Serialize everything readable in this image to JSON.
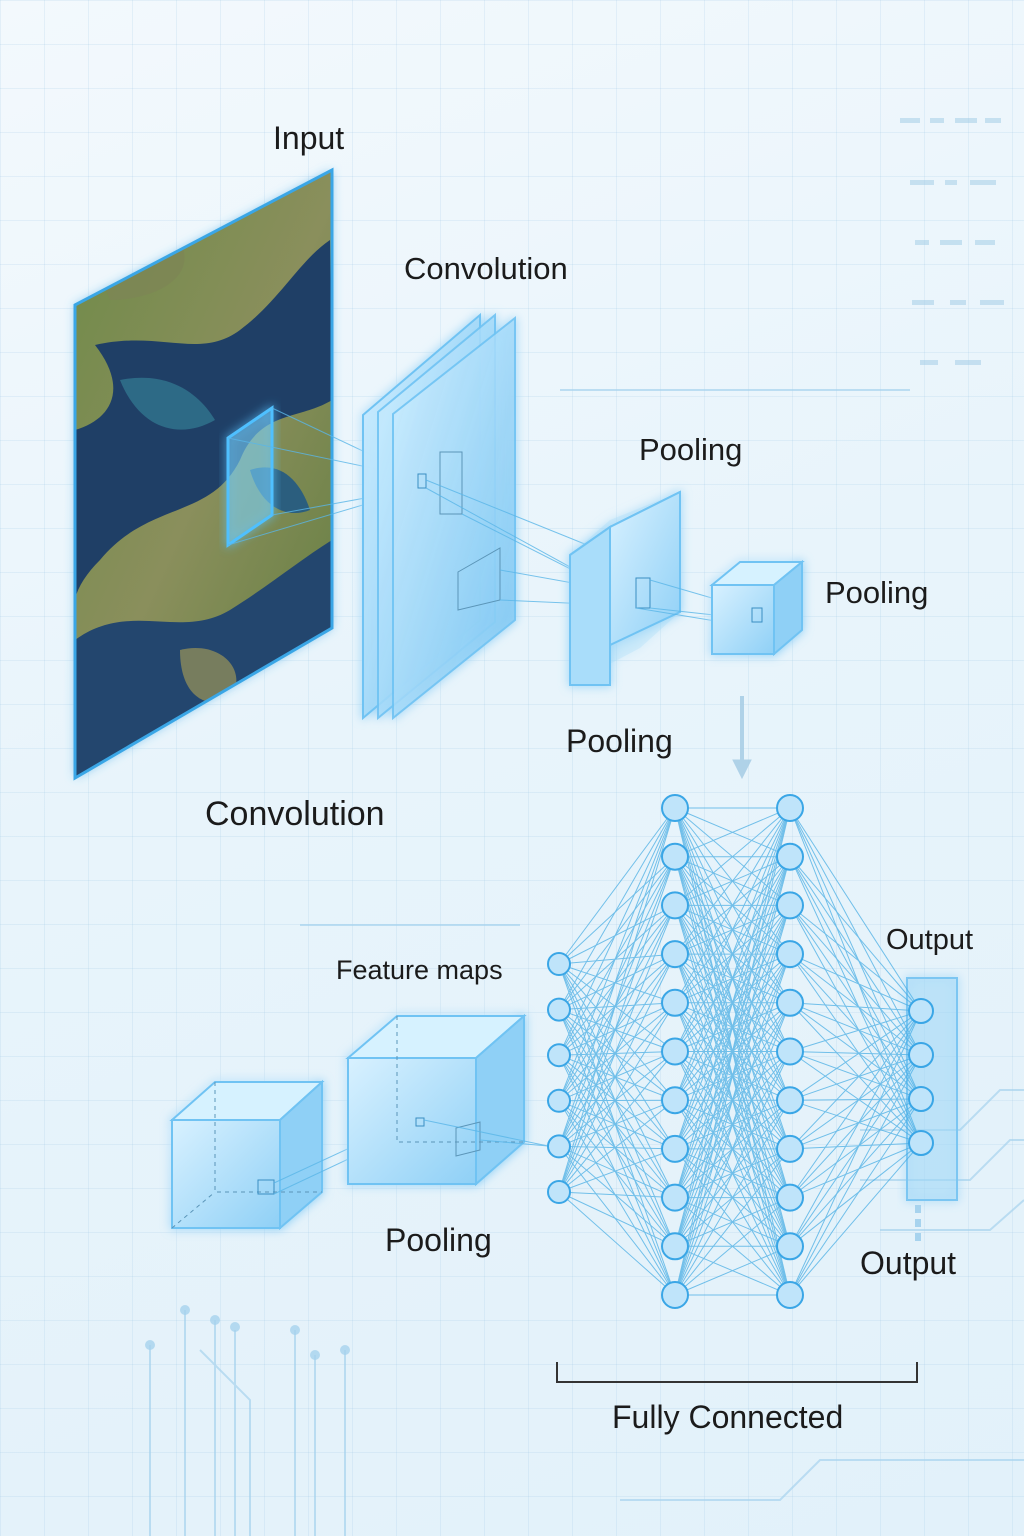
{
  "labels": {
    "input": "Input",
    "convolution_top": "Convolution",
    "pooling_1": "Pooling",
    "pooling_2": "Pooling",
    "pooling_3": "Pooling",
    "convolution_mid": "Convolution",
    "feature_maps": "Feature maps",
    "pooling_bottom": "Pooling",
    "output_top": "Output",
    "output_bottom": "Output",
    "fully_connected": "Fully Connected"
  },
  "network": {
    "layer_sizes": [
      6,
      11,
      11,
      4
    ]
  },
  "colors": {
    "accent": "#3aa6e6",
    "node_fill": "#bfe4fa",
    "node_stroke": "#3aa6e6",
    "panel_fill": "#8fd0f6",
    "water": "#1f3f66",
    "land": "#5e7a3e"
  }
}
